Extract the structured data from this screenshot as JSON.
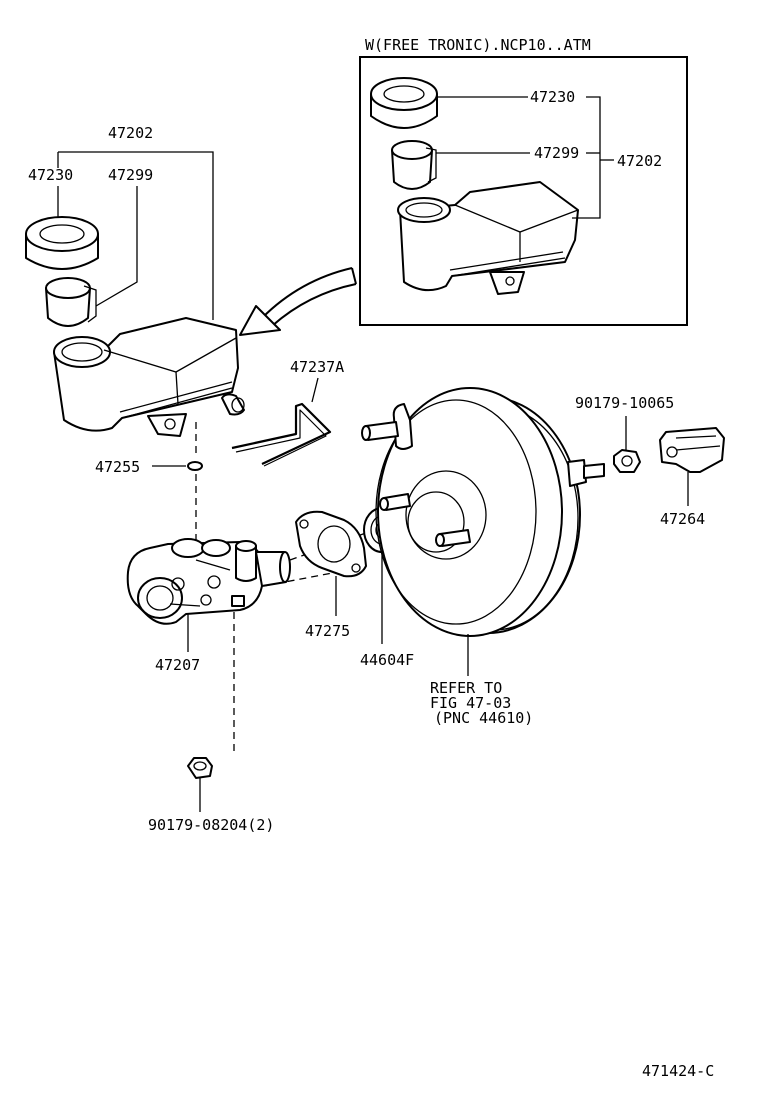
{
  "inset": {
    "title": "W(FREE TRONIC).NCP10..ATM"
  },
  "labels": {
    "p47202_main": "47202",
    "p47230_main": "47230",
    "p47299_main": "47299",
    "p47230_inset": "47230",
    "p47299_inset": "47299",
    "p47202_inset": "47202",
    "p47237A": "47237A",
    "p90179_10065": "90179-10065",
    "p47264": "47264",
    "p47255": "47255",
    "p47275": "47275",
    "p44604F": "44604F",
    "p47207": "47207",
    "p90179_08204": "90179-08204(2)",
    "refer_line1": "REFER TO",
    "refer_line2": "FIG 47-03",
    "refer_line3": "(PNC 44610)"
  },
  "figure_code": "471424-C"
}
